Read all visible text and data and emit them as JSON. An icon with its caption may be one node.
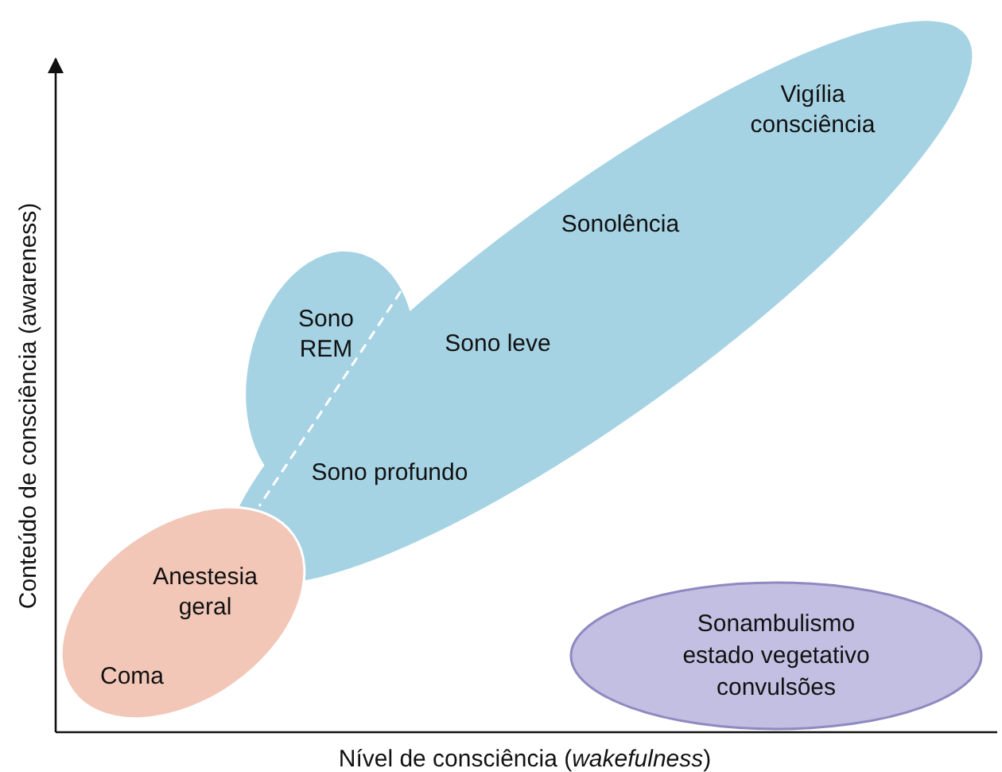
{
  "diagram": {
    "nodes": [
      {
        "text": [
          "Vigília consciência",
          "Sonolência",
          "Sono leve",
          "Sono profundo"
        ]
      },
      {
        "text": [
          "Sono REM"
        ]
      },
      {
        "text": [
          "Anestesia geral",
          "Coma"
        ]
      },
      {
        "text": [
          "Sonambulismo",
          "estado vegetativo",
          "convulsões"
        ]
      }
    ],
    "edges": [],
    "labels": [
      "Conteúdo de consciência (awareness)",
      "Nível de consciência (*wakefulness*)"
    ]
  }
}
